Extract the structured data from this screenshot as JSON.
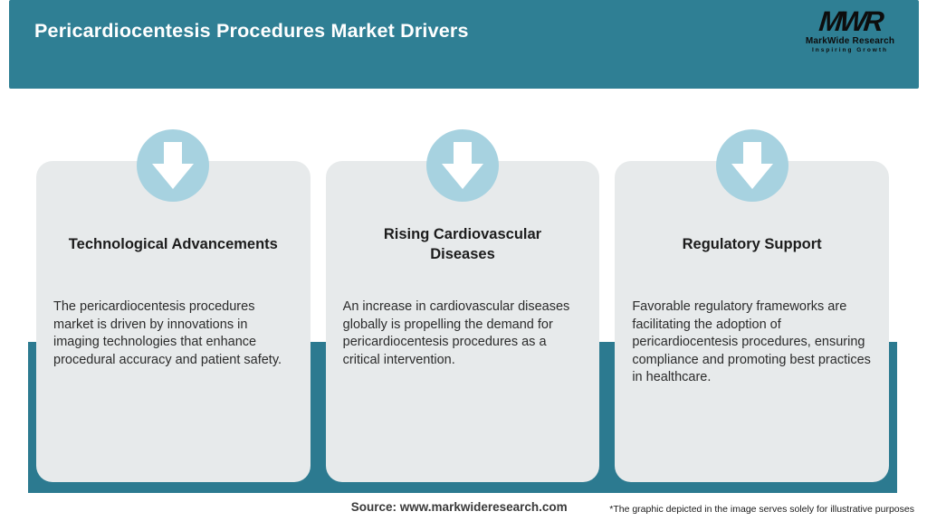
{
  "header": {
    "title": "Pericardiocentesis Procedures Market Drivers",
    "logo": {
      "acronym": "MWR",
      "name": "MarkWide Research",
      "tagline": "Inspiring Growth"
    }
  },
  "cards": [
    {
      "icon": "down-arrow-icon",
      "title": "Technological Advancements",
      "description": "The pericardiocentesis procedures market is driven by innovations in imaging technologies that enhance procedural accuracy and patient safety."
    },
    {
      "icon": "down-arrow-icon",
      "title": "Rising Cardiovascular\nDiseases",
      "description": "An increase in cardiovascular diseases globally is propelling the demand for pericardiocentesis procedures as a critical intervention."
    },
    {
      "icon": "down-arrow-icon",
      "title": "Regulatory Support",
      "description": "Favorable regulatory frameworks are facilitating the adoption of pericardiocentesis procedures, ensuring compliance and promoting best practices in healthcare."
    }
  ],
  "footer": {
    "source": "Source: www.markwideresearch.com",
    "disclaimer": "*The graphic depicted in the image serves solely for illustrative purposes"
  },
  "colors": {
    "header_teal": "#2F7F94",
    "backing_teal": "#2C7A90",
    "circle_blue": "#A7D2E0",
    "card_gray": "#E7EAEB"
  }
}
